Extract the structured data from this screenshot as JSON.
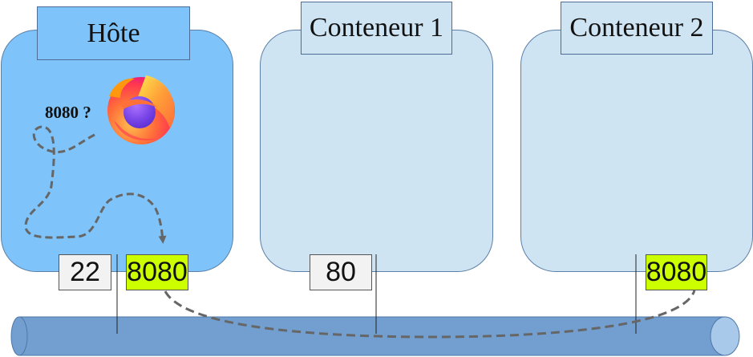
{
  "colors": {
    "host_fill": "#7ec4fa",
    "container_fill": "#cfe4f3",
    "title_fill": "#7ec4fa",
    "port_neutral_fill": "#f2f2f2",
    "port_highlight_fill": "#ccff00",
    "pipe_fill": "#729fcf",
    "pipe_end_fill": "#a9c9ea",
    "dashed_line": "#666666"
  },
  "host": {
    "title": "Hôte",
    "question": "8080 ?",
    "browser_icon": "firefox-icon",
    "ports": [
      "22",
      "8080"
    ]
  },
  "container1": {
    "title": "Conteneur 1",
    "ports": [
      "80"
    ]
  },
  "container2": {
    "title": "Conteneur 2",
    "ports": [
      "8080"
    ]
  }
}
